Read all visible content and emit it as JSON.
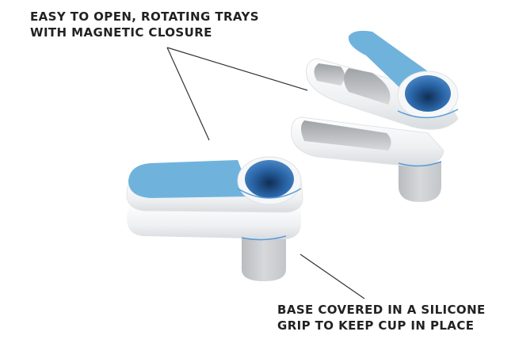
{
  "captions": {
    "top": {
      "line1": "EASY TO OPEN, ROTATING TRAYS",
      "line2": "WITH MAGNETIC CLOSURE"
    },
    "bottom": {
      "line1": "BASE COVERED IN A SILICONE",
      "line2": "GRIP TO KEEP CUP IN PLACE"
    }
  },
  "colors": {
    "accent_blue": "#6fb3dd",
    "cup_blue": "#2f6fb0",
    "body_white": "#f4f5f6",
    "base_grey": "#c9cbcd",
    "text": "#222222",
    "line": "#333333"
  },
  "products": [
    {
      "name": "closed-organizer",
      "state": "closed"
    },
    {
      "name": "open-organizer",
      "state": "trays-rotated-open"
    }
  ]
}
